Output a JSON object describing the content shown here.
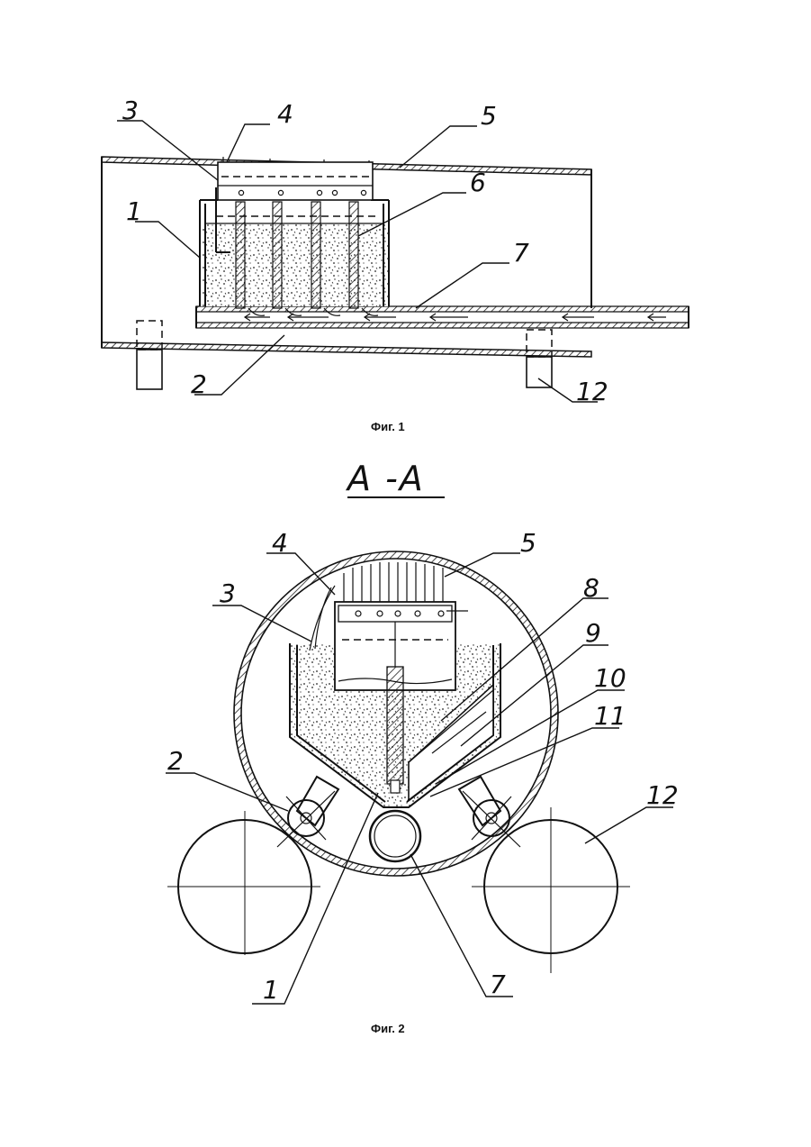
{
  "figure1": {
    "caption": "Фиг. 1",
    "labels": [
      "1",
      "2",
      "3",
      "4",
      "5",
      "6",
      "7",
      "12"
    ]
  },
  "section": {
    "title": "А -А"
  },
  "figure2": {
    "caption": "Фиг. 2",
    "labels": [
      "1",
      "2",
      "3",
      "4",
      "5",
      "7",
      "8",
      "9",
      "10",
      "11",
      "12"
    ]
  }
}
